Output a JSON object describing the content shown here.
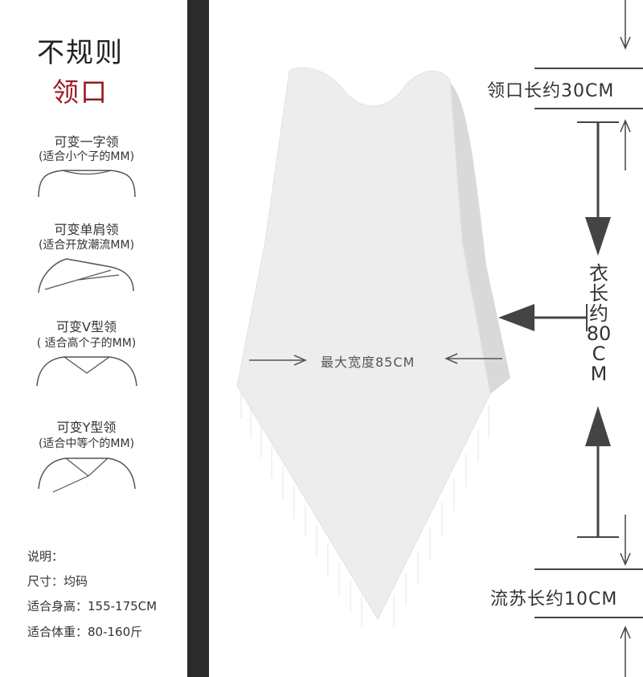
{
  "heading": {
    "line1": "不规则",
    "line2": "领口"
  },
  "accent_color": "#9a1b22",
  "neckline_styles": [
    {
      "title": "可变一字领",
      "subtitle": "(适合小个子的MM)",
      "icon": "boat-neck-icon"
    },
    {
      "title": "可变单肩领",
      "subtitle": "(适合开放潮流MM)",
      "icon": "one-shoulder-neck-icon"
    },
    {
      "title": "可变V型领",
      "subtitle": "( 适合高个子的MM)",
      "icon": "v-neck-icon"
    },
    {
      "title": "可变Y型领",
      "subtitle": "(适合中等个的MM)",
      "icon": "y-neck-icon"
    }
  ],
  "notes": {
    "label": "说明：",
    "size": "尺寸：均码",
    "height": "适合身高：155-175CM",
    "weight": "适合体重：80-160斤"
  },
  "measurements": {
    "neck": "领口长约30CM",
    "length": "衣长约80CM",
    "width": "最大宽度85CM",
    "fringe": "流苏长约10CM"
  }
}
